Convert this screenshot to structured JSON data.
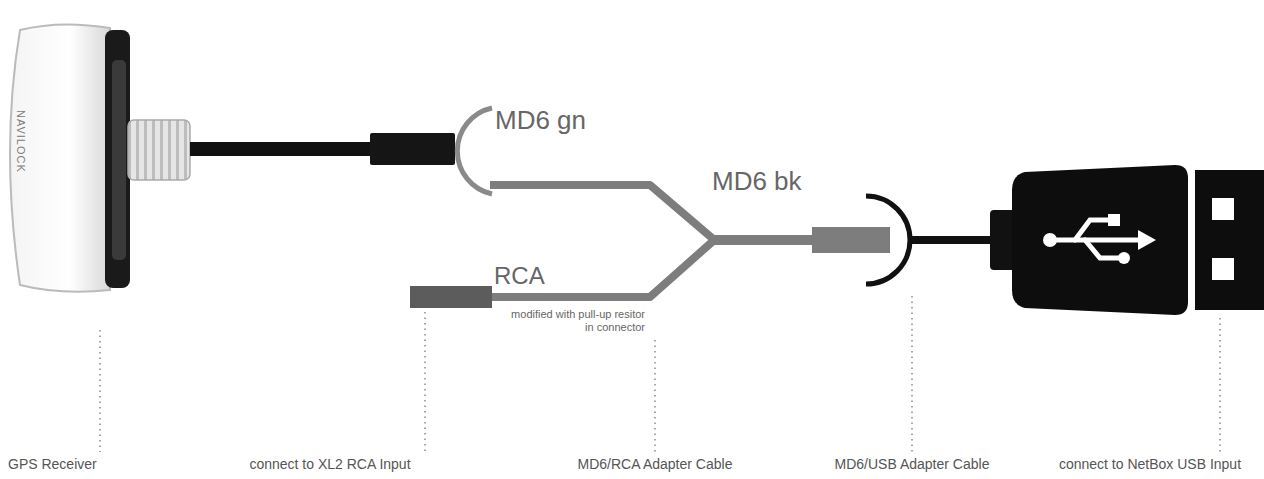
{
  "diagram": {
    "labels": [
      "NAVILOCK",
      "MD6 gn",
      "MD6 bk",
      "RCA",
      "modified with pull-up resitor in connector",
      "GPS Receiver",
      "connect to XL2 RCA Input",
      "MD6/RCA Adapter Cable",
      "MD6/USB Adapter Cable",
      "connect to NetBox USB Input"
    ]
  }
}
